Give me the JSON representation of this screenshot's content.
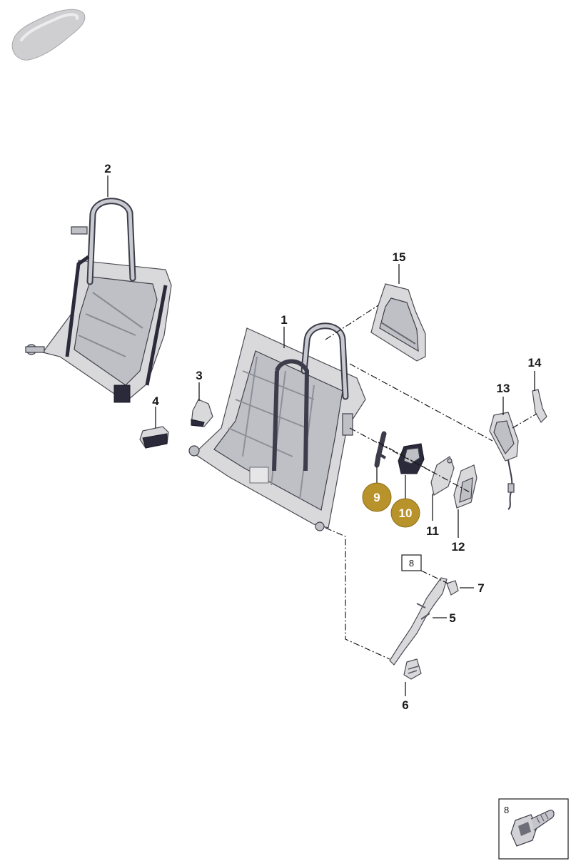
{
  "callouts": [
    "1",
    "2",
    "3",
    "4",
    "5",
    "6",
    "7",
    "11",
    "12",
    "13",
    "14",
    "15"
  ],
  "highlighted_callouts": [
    "9",
    "10"
  ],
  "boxed_reference": "8",
  "inset_label": "8",
  "colors": {
    "badge_fill": "#b8922a",
    "line": "#1a1a1a",
    "part_light": "#d9d9dc",
    "part_dark": "#2a2a3a"
  },
  "icons": [
    "car-silhouette-icon",
    "screw-icon"
  ]
}
